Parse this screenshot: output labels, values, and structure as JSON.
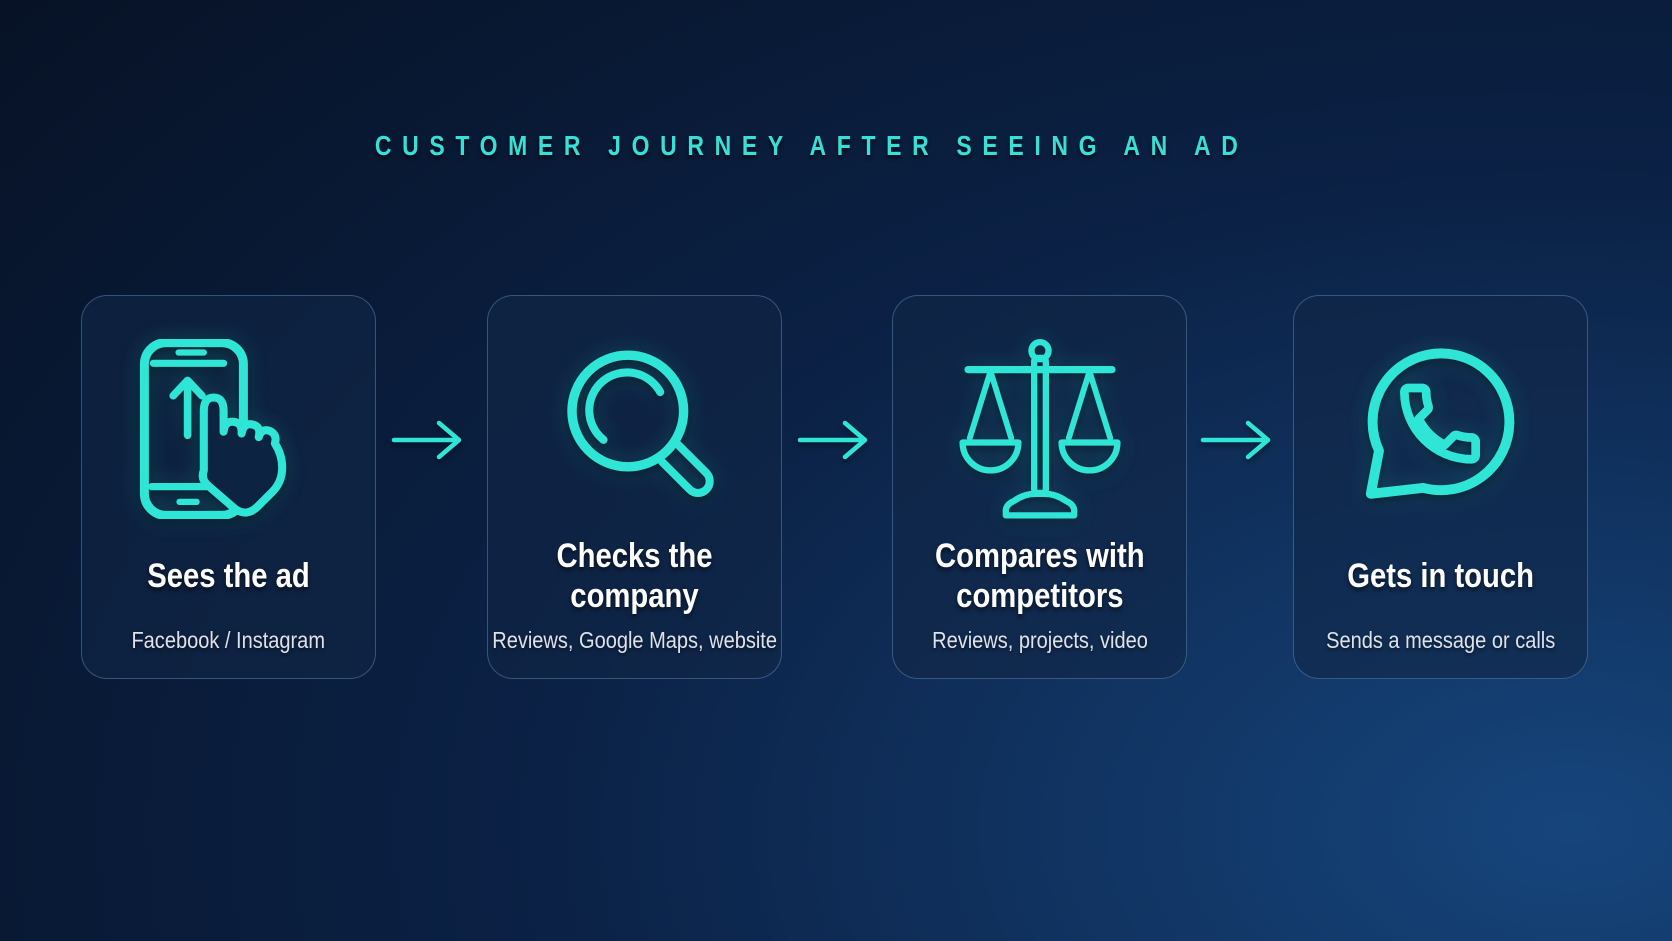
{
  "heading": {
    "text": "CUSTOMER JOURNEY AFTER SEEING AN AD"
  },
  "steps": [
    {
      "icon": "phone-tap-icon",
      "title": "Sees the ad",
      "subtitle": "Facebook / Instagram"
    },
    {
      "icon": "magnifying-glass-icon",
      "title": "Checks the company",
      "subtitle": "Reviews, Google Maps, website"
    },
    {
      "icon": "balance-scale-icon",
      "title": "Compares with\ncompetitors",
      "subtitle": "Reviews, projects, video"
    },
    {
      "icon": "whatsapp-icon",
      "title": "Gets in touch",
      "subtitle": "Sends a message or calls"
    }
  ],
  "flow": {
    "connector": "arrow-right",
    "connector_count": 3
  },
  "colors": {
    "accent": "#2FE5D5",
    "heading-text": "#38DFD6",
    "step-title-text": "#FFFFFF",
    "step-subtitle-text": "#DDE3EC",
    "card-border": "rgba(118,168,222,0.38)",
    "card-fill": "rgba(16,38,70,0.60)",
    "hand-fill": "#0D2342",
    "bg-top-left": "#060F1F",
    "bg-mid": "#0B2145",
    "bg-bottom-right": "#16457C"
  }
}
